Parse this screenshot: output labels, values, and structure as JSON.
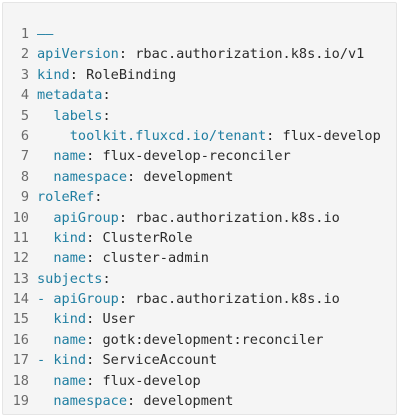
{
  "code": {
    "lines": [
      {
        "num": "1",
        "indent": "",
        "dash": "",
        "key": "",
        "colon": "",
        "value": "",
        "sep": "——"
      },
      {
        "num": "2",
        "indent": "",
        "dash": "",
        "key": "apiVersion",
        "colon": ":",
        "value": " rbac.authorization.k8s.io/v1"
      },
      {
        "num": "3",
        "indent": "",
        "dash": "",
        "key": "kind",
        "colon": ":",
        "value": " RoleBinding"
      },
      {
        "num": "4",
        "indent": "",
        "dash": "",
        "key": "metadata",
        "colon": ":",
        "value": ""
      },
      {
        "num": "5",
        "indent": "  ",
        "dash": "",
        "key": "labels",
        "colon": ":",
        "value": ""
      },
      {
        "num": "6",
        "indent": "    ",
        "dash": "",
        "key": "toolkit.fluxcd.io/tenant",
        "colon": ":",
        "value": " flux-develop"
      },
      {
        "num": "7",
        "indent": "  ",
        "dash": "",
        "key": "name",
        "colon": ":",
        "value": " flux-develop-reconciler"
      },
      {
        "num": "8",
        "indent": "  ",
        "dash": "",
        "key": "namespace",
        "colon": ":",
        "value": " development"
      },
      {
        "num": "9",
        "indent": "",
        "dash": "",
        "key": "roleRef",
        "colon": ":",
        "value": ""
      },
      {
        "num": "10",
        "indent": "  ",
        "dash": "",
        "key": "apiGroup",
        "colon": ":",
        "value": " rbac.authorization.k8s.io"
      },
      {
        "num": "11",
        "indent": "  ",
        "dash": "",
        "key": "kind",
        "colon": ":",
        "value": " ClusterRole"
      },
      {
        "num": "12",
        "indent": "  ",
        "dash": "",
        "key": "name",
        "colon": ":",
        "value": " cluster-admin"
      },
      {
        "num": "13",
        "indent": "",
        "dash": "",
        "key": "subjects",
        "colon": ":",
        "value": ""
      },
      {
        "num": "14",
        "indent": "",
        "dash": "- ",
        "key": "apiGroup",
        "colon": ":",
        "value": " rbac.authorization.k8s.io"
      },
      {
        "num": "15",
        "indent": "  ",
        "dash": "",
        "key": "kind",
        "colon": ":",
        "value": " User"
      },
      {
        "num": "16",
        "indent": "  ",
        "dash": "",
        "key": "name",
        "colon": ":",
        "value": " gotk:development:reconciler"
      },
      {
        "num": "17",
        "indent": "",
        "dash": "- ",
        "key": "kind",
        "colon": ":",
        "value": " ServiceAccount"
      },
      {
        "num": "18",
        "indent": "  ",
        "dash": "",
        "key": "name",
        "colon": ":",
        "value": " flux-develop"
      },
      {
        "num": "19",
        "indent": "  ",
        "dash": "",
        "key": "namespace",
        "colon": ":",
        "value": " development"
      }
    ]
  },
  "colors": {
    "key": "#1f7ea1",
    "text": "#2b2b2b",
    "line_number": "#6b6b6b",
    "background": "#f5f5f5"
  }
}
